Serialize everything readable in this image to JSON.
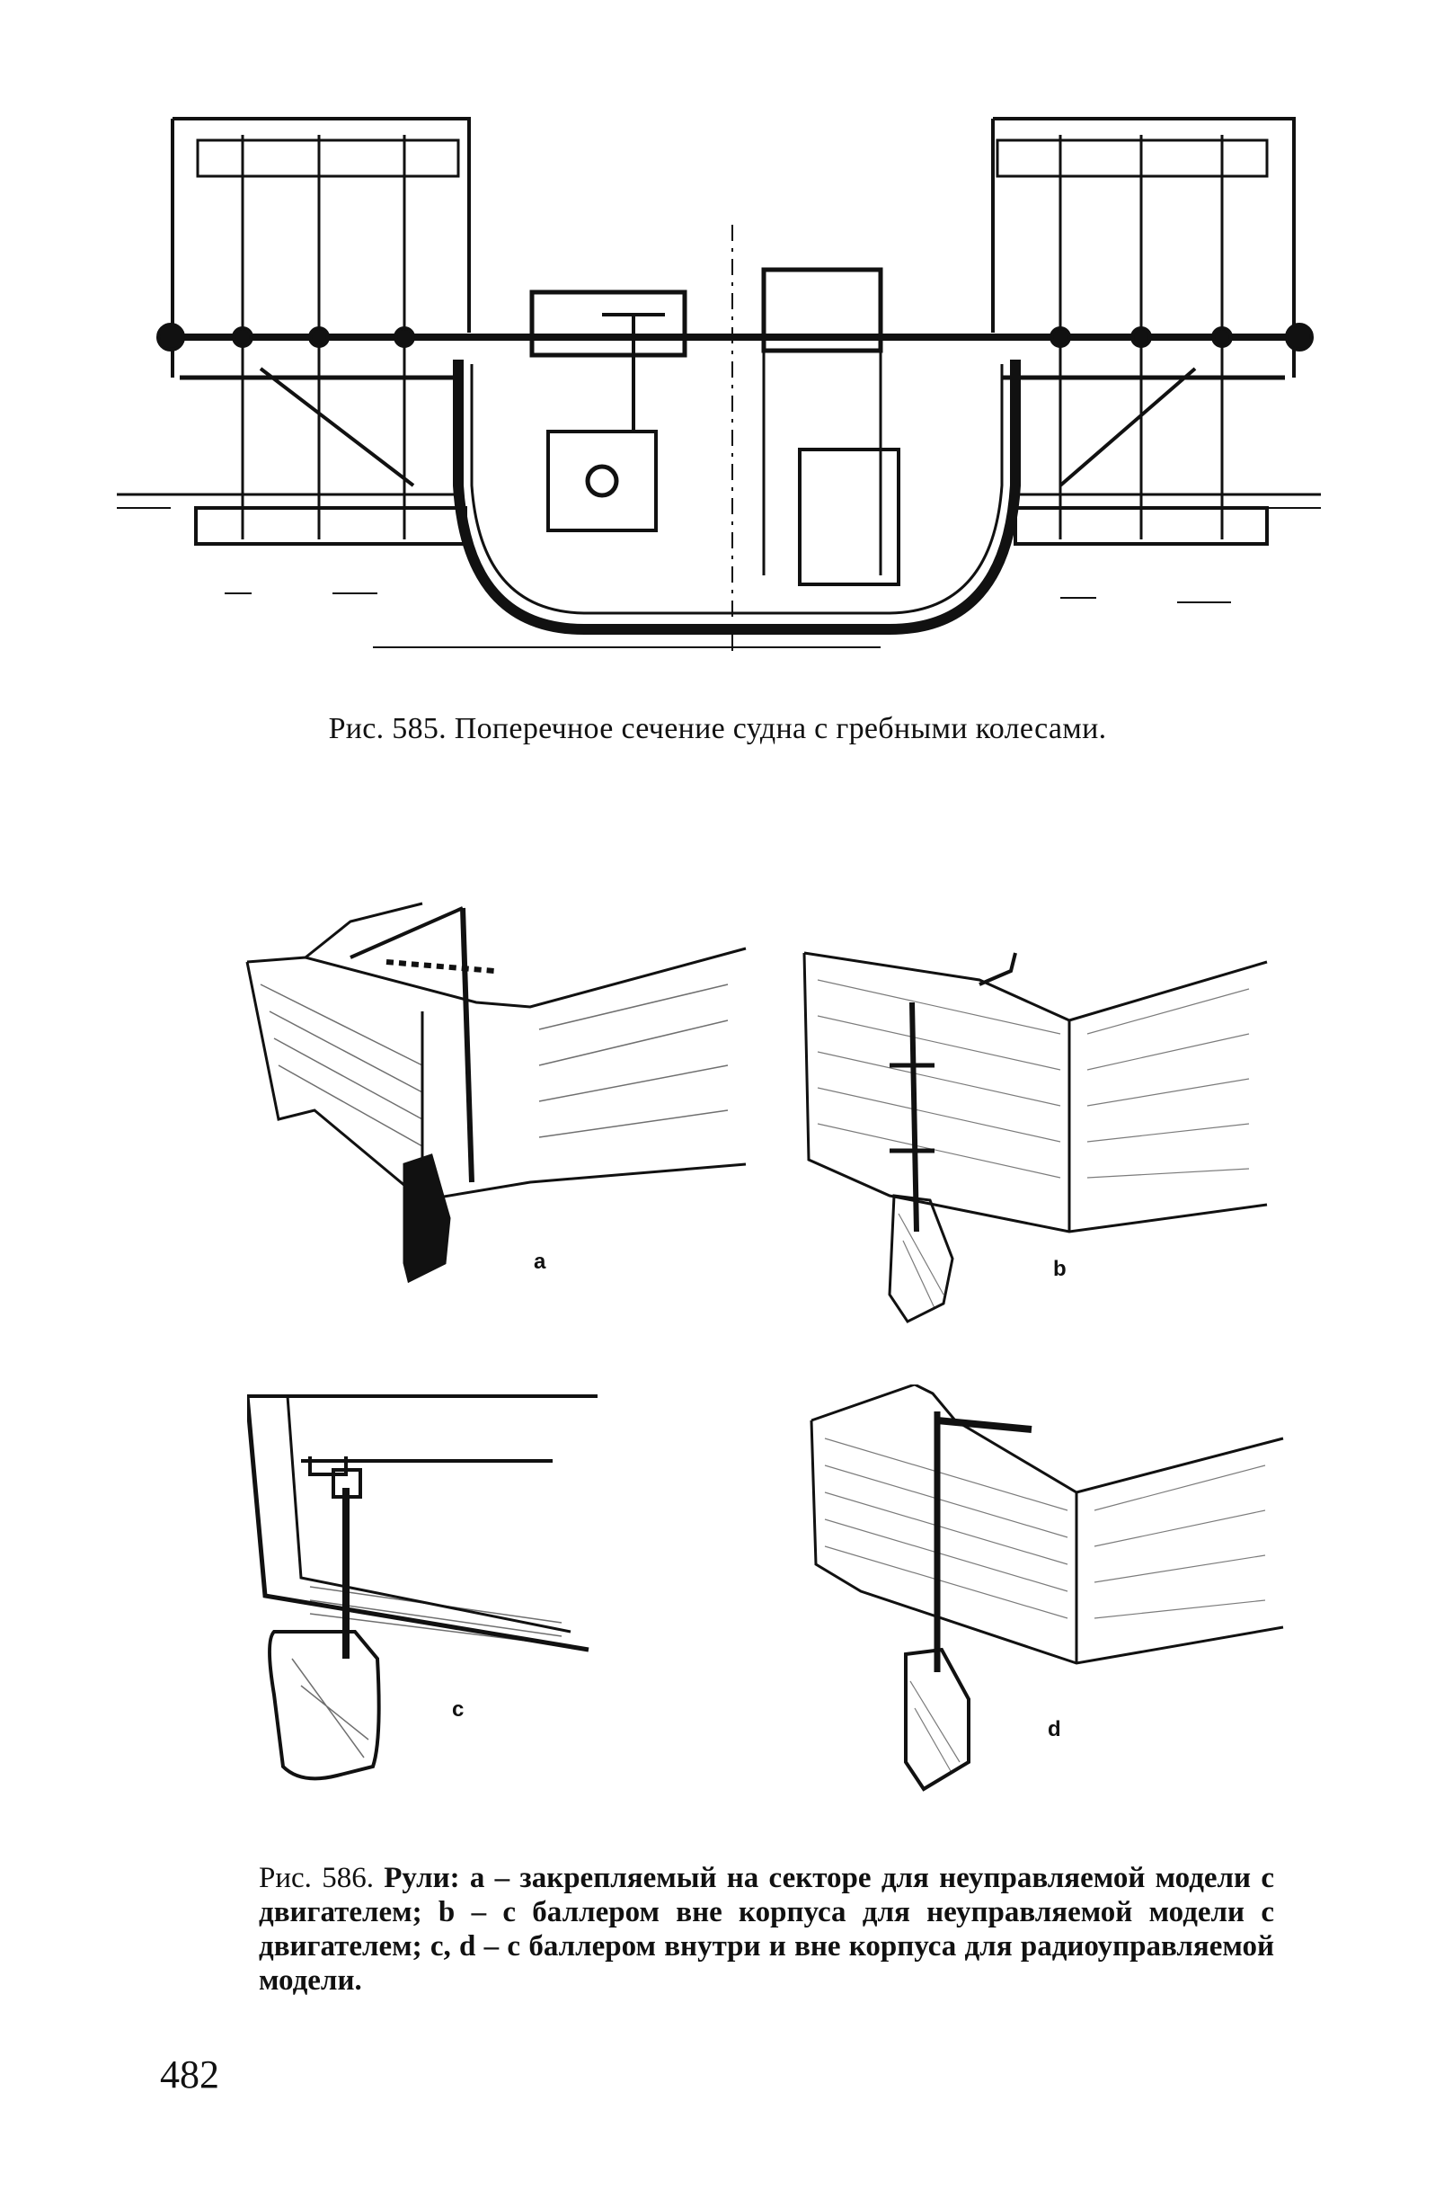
{
  "figure585": {
    "caption": "Рис. 585. Поперечное сечение судна с гребными колесами."
  },
  "figure586": {
    "caption_label": "Рис. 586.",
    "caption_text": "Рули: а – закрепляемый на секторе для неуправляемой модели с двигателем; b – с баллером вне корпуса для неуправляемой модели с двигателем; c, d – с баллером внутри и вне корпуса для радиоуправляемой модели.",
    "labels": {
      "a": "a",
      "b": "b",
      "c": "c",
      "d": "d"
    }
  },
  "page_number": "482"
}
